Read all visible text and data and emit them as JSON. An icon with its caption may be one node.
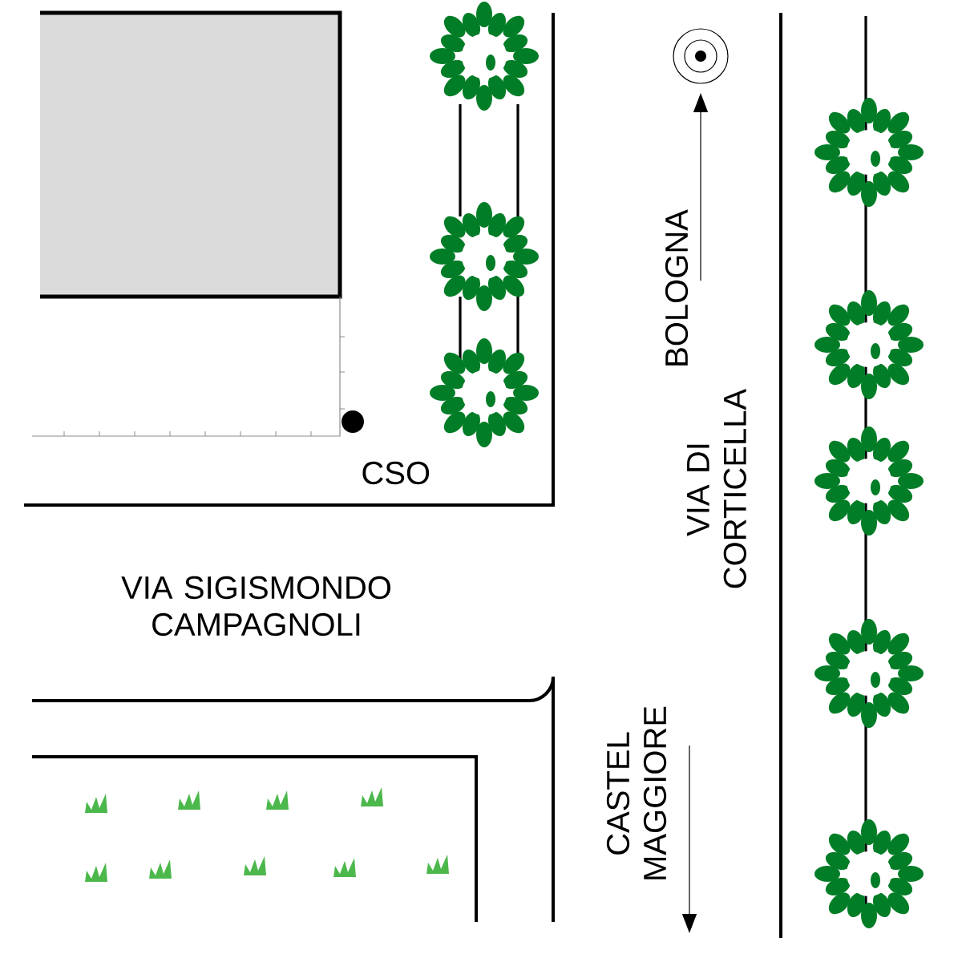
{
  "diagram": {
    "labels": [
      "CSO",
      "VIA SIGISMONDO CAMPAGNOLI",
      "BOLOGNA",
      "VIA DI CORTICELLA",
      "CASTEL MAGGIORE"
    ]
  }
}
